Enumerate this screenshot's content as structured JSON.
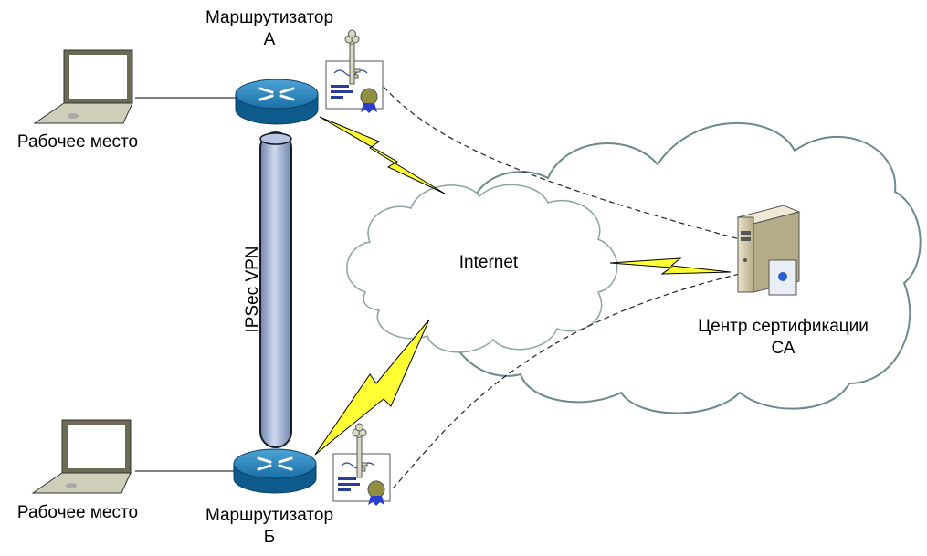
{
  "router_a": {
    "name_line1": "Маршрутизатор",
    "name_line2": "А"
  },
  "router_b": {
    "name_line1": "Маршрутизатор",
    "name_line2": "Б"
  },
  "workstation_top": {
    "label": "Рабочее место"
  },
  "workstation_bottom": {
    "label": "Рабочее место"
  },
  "tunnel": {
    "label": "IPSec VPN"
  },
  "internet": {
    "label": "Internet"
  },
  "ca": {
    "label_line1": "Центр сертификации",
    "label_line2": "СА"
  },
  "colors": {
    "router": "#1a78b4",
    "tunnel": "#9db3d6",
    "lightning": "#ffff33",
    "cloud_stroke": "#6b8a8a"
  }
}
